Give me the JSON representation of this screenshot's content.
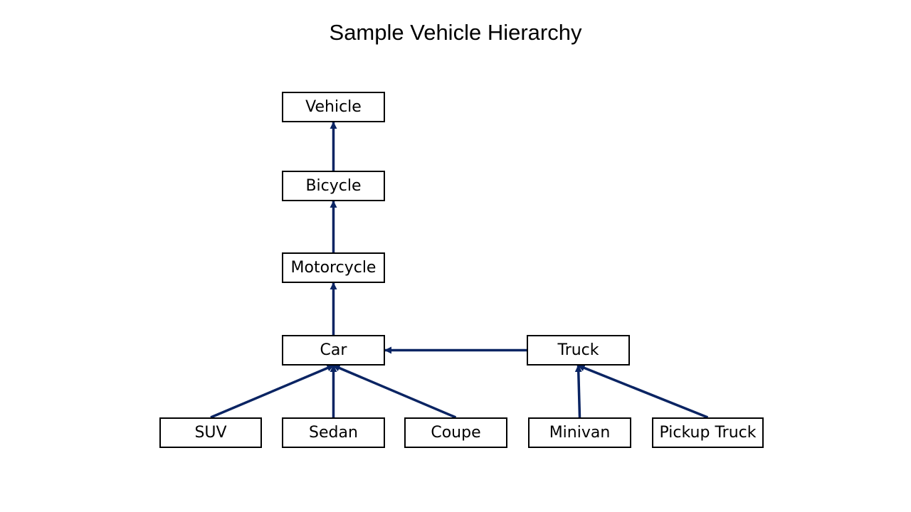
{
  "title": "Sample Vehicle Hierarchy",
  "colors": {
    "arrow": "#0a2463",
    "node_border": "#000000",
    "node_fill": "#ffffff",
    "text": "#000000"
  },
  "nodes": [
    {
      "id": "vehicle",
      "label": "Vehicle"
    },
    {
      "id": "bicycle",
      "label": "Bicycle"
    },
    {
      "id": "motorcycle",
      "label": "Motorcycle"
    },
    {
      "id": "car",
      "label": "Car"
    },
    {
      "id": "truck",
      "label": "Truck"
    },
    {
      "id": "suv",
      "label": "SUV"
    },
    {
      "id": "sedan",
      "label": "Sedan"
    },
    {
      "id": "coupe",
      "label": "Coupe"
    },
    {
      "id": "minivan",
      "label": "Minivan"
    },
    {
      "id": "pickup-truck",
      "label": "Pickup Truck"
    }
  ],
  "edges": [
    {
      "from": "bicycle",
      "to": "vehicle"
    },
    {
      "from": "motorcycle",
      "to": "bicycle"
    },
    {
      "from": "car",
      "to": "motorcycle"
    },
    {
      "from": "truck",
      "to": "car"
    },
    {
      "from": "suv",
      "to": "car"
    },
    {
      "from": "sedan",
      "to": "car"
    },
    {
      "from": "coupe",
      "to": "car"
    },
    {
      "from": "minivan",
      "to": "truck"
    },
    {
      "from": "pickup-truck",
      "to": "truck"
    }
  ]
}
